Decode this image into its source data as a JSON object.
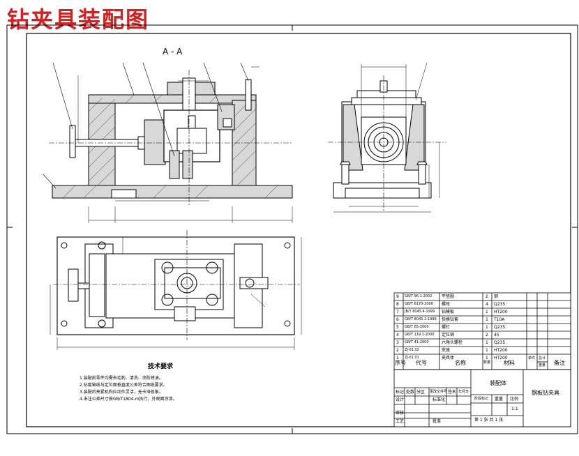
{
  "page": {
    "title": "钻夹具装配图"
  },
  "section_label": "A - A",
  "tech_req": {
    "heading": "技术要求",
    "items": [
      "1.装配前零件均需去毛刺、清洗、涂防锈油。",
      "2.钻套轴线与定位面垂直度公差符合图纸要求。",
      "3.装配后夹紧机构应动作灵活，无卡滞现象。",
      "4.未注公差尺寸按GB/T1804-m执行，外观面涂漆。"
    ]
  },
  "bom": {
    "rows": [
      {
        "no": "9",
        "code": "GB/T 96.1-2002",
        "name": "平垫圈",
        "qty": "2",
        "material": "钢"
      },
      {
        "no": "8",
        "code": "GB/T 6170-2000",
        "name": "螺母",
        "qty": "4",
        "material": "Q235"
      },
      {
        "no": "7",
        "code": "JB/T 8045.4-1999",
        "name": "钻模板",
        "qty": "1",
        "material": "HT200"
      },
      {
        "no": "6",
        "code": "GB/T 8045.2-1999",
        "name": "快换钻套",
        "qty": "1",
        "material": "T10A"
      },
      {
        "no": "5",
        "code": "GB/T 65-2000",
        "name": "螺钉",
        "qty": "1",
        "material": "Q235"
      },
      {
        "no": "4",
        "code": "GB/T 119.1-2000",
        "name": "定位销",
        "qty": "2",
        "material": "45"
      },
      {
        "no": "3",
        "code": "GB/T 41-2000",
        "name": "六角头螺栓",
        "qty": "1",
        "material": "Q235"
      },
      {
        "no": "2",
        "code": "ZJ-01.02",
        "name": "支座",
        "qty": "1",
        "material": "HT200"
      },
      {
        "no": "1",
        "code": "ZJ-01.01",
        "name": "夹具体",
        "qty": "1",
        "material": "HT200"
      }
    ],
    "headers": {
      "no": "序号",
      "code": "代号",
      "name": "名称",
      "qty": "数量",
      "material": "材料",
      "unit_weight": "单件",
      "total_weight": "总计",
      "weight": "重量",
      "remark": "备注"
    }
  },
  "title_block": {
    "drawing_name": "装配体",
    "part_name": "钢板钻夹具",
    "scale": "1:1",
    "scale_label": "比例",
    "sheet": "第 1 张  共 1 张",
    "labels": [
      "标记",
      "处数",
      "分区",
      "更改文件号",
      "签名",
      "年月日"
    ],
    "roles": [
      "设计",
      "审核",
      "工艺",
      "批准"
    ],
    "standardize": "标准化",
    "stage": "阶段标记",
    "weight": "重量"
  }
}
